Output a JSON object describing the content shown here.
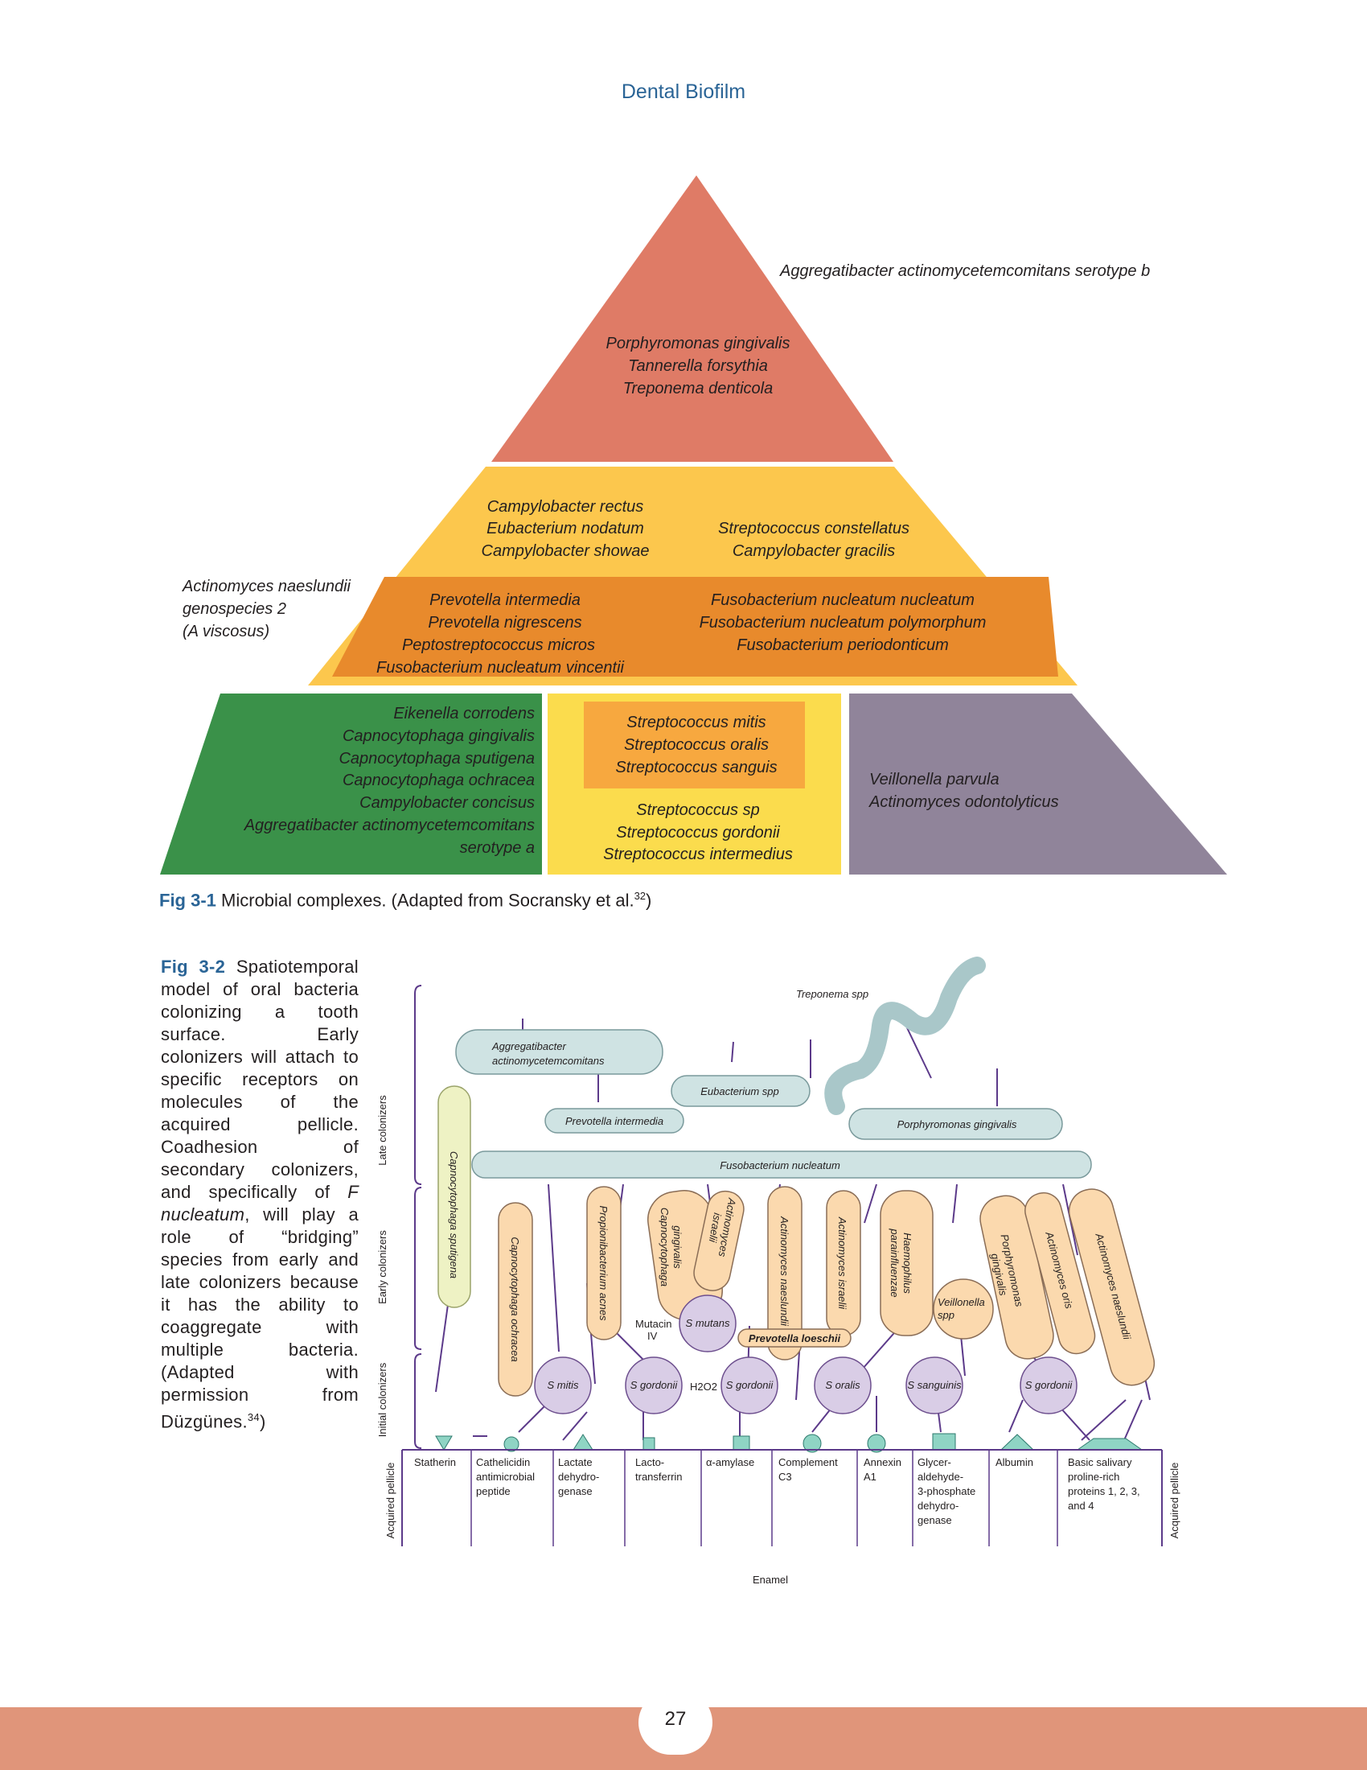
{
  "header": {
    "running_title": "Dental Biofilm"
  },
  "figure1": {
    "top_complex": {
      "side_label": "Aggregatibacter actinomycetemcomitans serotype b",
      "species": [
        "Porphyromonas gingivalis",
        "Tannerella forsythia",
        "Treponema denticola"
      ]
    },
    "middle_complex": {
      "side_label": [
        "Actinomyces naeslundii",
        "genospecies 2",
        "(A viscosus)"
      ],
      "yellow_left": [
        "Campylobacter rectus",
        "Eubacterium nodatum",
        "Campylobacter showae"
      ],
      "yellow_right": [
        "Streptococcus constellatus",
        "Campylobacter gracilis"
      ],
      "orange_left": [
        "Prevotella intermedia",
        "Prevotella nigrescens",
        "Peptostreptococcus micros",
        "Fusobacterium nucleatum vincentii"
      ],
      "orange_right": [
        "Fusobacterium nucleatum nucleatum",
        "Fusobacterium nucleatum polymorphum",
        "Fusobacterium periodonticum"
      ]
    },
    "bottom_green": [
      "Eikenella corrodens",
      "Capnocytophaga gingivalis",
      "Capnocytophaga sputigena",
      "Capnocytophaga ochracea",
      "Campylobacter concisus",
      "Aggregatibacter actinomycetemcomitans",
      "serotype a"
    ],
    "bottom_yellow_box": [
      "Streptococcus mitis",
      "Streptococcus oralis",
      "Streptococcus sanguis"
    ],
    "bottom_yellow": [
      "Streptococcus sp",
      "Streptococcus gordonii",
      "Streptococcus intermedius"
    ],
    "bottom_purple": [
      "Veillonella parvula",
      "Actinomyces odontolyticus"
    ],
    "colors": {
      "red": "#df7b66",
      "yellow": "#fcc74d",
      "orange": "#e88a2c",
      "green": "#3a9149",
      "lightyellow": "#fbdc4d",
      "lightorange": "#f7a83f",
      "purple": "#90849a"
    }
  },
  "figure1_caption": {
    "label": "Fig 3-1",
    "text": "Microbial complexes. (Adapted from Socransky et al.",
    "ref": "32",
    "close": ")"
  },
  "figure2_caption": {
    "label": "Fig 3-2",
    "text": "Spatiotemporal model of oral bacteria colonizing a tooth surface. Early colonizers will attach to specific receptors on molecules of the acquired pellicle. Coadhesion of secondary colonizers, and specifically of",
    "italic": "F nucleatum",
    "text2": ", will play a role of “bridging” species from early and late colonizers because it has the ability to coaggregate with multiple bacteria. (Adapted with permission from Düzgünes.",
    "ref": "34",
    "close": ")"
  },
  "figure2": {
    "brackets": {
      "late": "Late colonizers",
      "early": "Early colonizers",
      "initial": "Initial colonizers"
    },
    "treponema": "Treponema spp",
    "aggregatibacter": [
      "Aggregatibacter",
      "actinomycetemcomitans"
    ],
    "eubacterium": "Eubacterium spp",
    "prevotella_int": "Prevotella intermedia",
    "porphyromonas": "Porphyromonas gingivalis",
    "fusobacterium": "Fusobacterium nucleatum",
    "capno_sputigena": "Capnocytophaga sputigena",
    "capno_ochracea": "Capnocytophaga ochracea",
    "propionibacterium": "Propionibacterium acnes",
    "capno_gingivalis": [
      "Capnocytophaga",
      "gingivalis"
    ],
    "actino_israelii_small": [
      "Actinomyces",
      "israelii"
    ],
    "actino_naeslundii": "Actinomyces naeslundii",
    "actino_israelii": "Actinomyces israelii",
    "haemophilus": [
      "Haemophilus",
      "parainfluenzae"
    ],
    "veillonella": [
      "Veillonella",
      "spp"
    ],
    "porph_gingivalis_early": [
      "Porphyromonas",
      "gingivalis"
    ],
    "actino_oris": "Actinomyces oris",
    "actino_naeslundii2": "Actinomyces naeslundii",
    "s_mutans": "S mutans",
    "mutacin": [
      "Mutacin",
      "IV"
    ],
    "prevotella_loeschii": "Prevotella loeschii",
    "h2o2": "H2O2",
    "initial": [
      "S mitis",
      "S gordonii",
      "S gordonii",
      "S oralis",
      "S sanguinis",
      "S gordonii"
    ],
    "receptors": [
      "Statherin",
      [
        "Cathelicidin",
        "antimicrobial",
        "peptide"
      ],
      [
        "Lactate",
        "dehydro-",
        "genase"
      ],
      [
        "Lacto-",
        "transferrin"
      ],
      "α-amylase",
      [
        "Complement",
        "C3"
      ],
      [
        "Annexin",
        "A1"
      ],
      [
        "Glycer-",
        "aldehyde-",
        "3-phosphate",
        "dehydro-",
        "genase"
      ],
      "Albumin",
      [
        "Basic salivary",
        "proline-rich",
        "proteins 1, 2, 3,",
        "and 4"
      ]
    ],
    "acquired_pellicle": "Acquired pellicle",
    "enamel": "Enamel"
  },
  "footer": {
    "page_number": "27"
  }
}
